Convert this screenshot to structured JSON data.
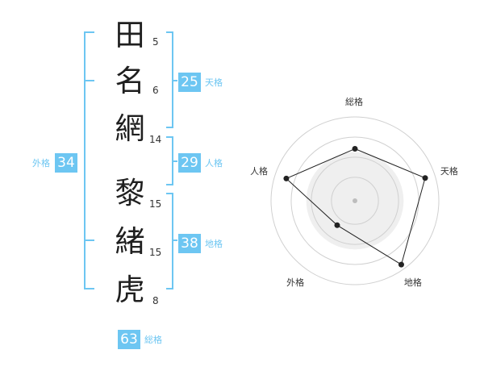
{
  "name_chars": [
    {
      "char": "田",
      "strokes": "5"
    },
    {
      "char": "名",
      "strokes": "6"
    },
    {
      "char": "網",
      "strokes": "14"
    },
    {
      "char": "黎",
      "strokes": "15"
    },
    {
      "char": "緒",
      "strokes": "15"
    },
    {
      "char": "虎",
      "strokes": "8"
    }
  ],
  "kakusu": {
    "tenkaku": {
      "value": "25",
      "label": "天格"
    },
    "jinkaku": {
      "value": "29",
      "label": "人格"
    },
    "chikaku": {
      "value": "38",
      "label": "地格"
    },
    "gaikaku": {
      "value": "34",
      "label": "外格"
    },
    "soukaku": {
      "value": "63",
      "label": "総格"
    }
  },
  "radar": {
    "axes": [
      "総格",
      "天格",
      "地格",
      "外格",
      "人格"
    ],
    "scores": [
      0.62,
      0.88,
      0.94,
      0.36,
      0.86
    ],
    "colors": {
      "ring_line": "#d0d0d0",
      "fill": "#efefef",
      "polygon": "#222222",
      "center": "#bdbdbd"
    }
  },
  "colors": {
    "accent": "#6dc6f2",
    "text": "#1f1f1f"
  }
}
